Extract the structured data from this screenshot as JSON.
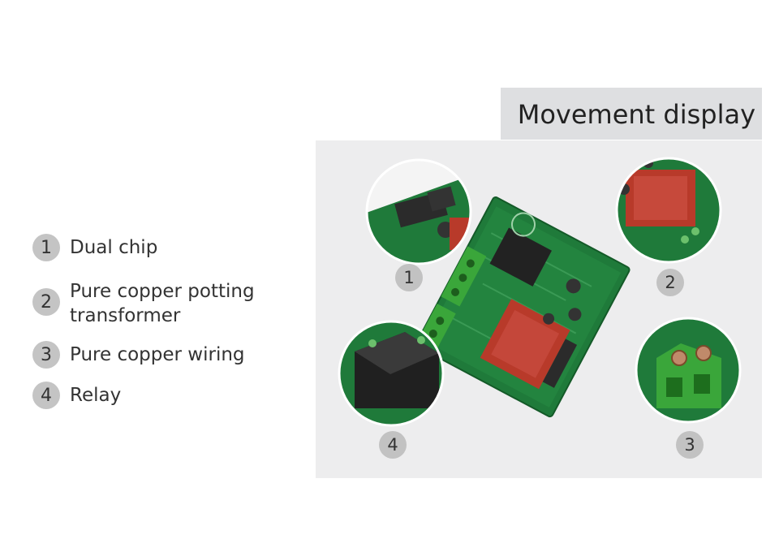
{
  "features": [
    {
      "number": "1",
      "label_lines": [
        "Dual chip"
      ]
    },
    {
      "number": "2",
      "label_lines": [
        "Pure copper potting",
        "transformer"
      ]
    },
    {
      "number": "3",
      "label_lines": [
        "Pure copper wiring"
      ]
    },
    {
      "number": "4",
      "label_lines": [
        "Relay"
      ]
    }
  ],
  "title": "Movement display",
  "callouts": [
    {
      "number": "1",
      "depicts": "dual chip closeup"
    },
    {
      "number": "2",
      "depicts": "transformer closeup"
    },
    {
      "number": "3",
      "depicts": "terminal block closeup"
    },
    {
      "number": "4",
      "depicts": "relay closeup"
    }
  ],
  "colors": {
    "pcb_green": "#1f7a3a",
    "transformer_red": "#b83a2a",
    "terminal_green": "#3aa63a",
    "relay_black": "#222222",
    "badge_grey": "#c4c4c4"
  }
}
